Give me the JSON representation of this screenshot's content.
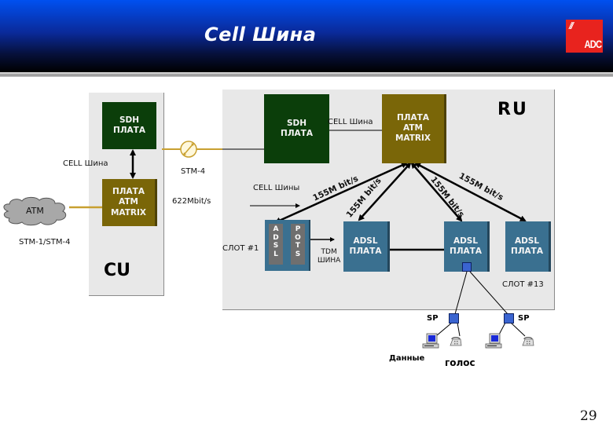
{
  "header": {
    "title": "Cell Шина",
    "logo": {
      "slashes": "///",
      "text": "ADC",
      "color": "#e8231e"
    }
  },
  "cu": {
    "label": "CU",
    "sdh_card": [
      "SDH",
      "ПЛАТА"
    ],
    "atm_card": [
      "ПЛАТА",
      "ATM",
      "MATRIX"
    ],
    "cell_bus_label": "CELL Шина",
    "cloud_label": "ATM",
    "cloud_link_label": "STM-1/STM-4"
  },
  "link": {
    "label": "STM-4",
    "rate": "622Mbit/s"
  },
  "ru": {
    "label": "RU",
    "sdh_card": [
      "SDH",
      "ПЛАТА"
    ],
    "atm_card": [
      "ПЛАТА",
      "ATM",
      "MATRIX"
    ],
    "cell_bus_label": "CELL Шина",
    "cell_buses_label": "CELL Шины",
    "slot_first": "СЛОТ #1",
    "slot_last": "СЛОТ #13",
    "slot_card": {
      "strip_a": [
        "A",
        "D",
        "S",
        "L"
      ],
      "strip_b": [
        "P",
        "O",
        "T",
        "S"
      ]
    },
    "tdm_bus": [
      "TDM",
      "ШИНА"
    ],
    "adsl_cards": [
      [
        "ADSL",
        "ПЛАТА"
      ],
      [
        "ADSL",
        "ПЛАТА"
      ],
      [
        "ADSL",
        "ПЛАТА"
      ]
    ],
    "rate_labels": [
      "155M bit/s",
      "155M bit/s",
      "155M bit/s",
      "155M bit/s"
    ]
  },
  "subscribers": {
    "splitter_label": "SP",
    "data_label": "Данные",
    "voice_label": "голос"
  },
  "colors": {
    "sdh": "#0b3e0a",
    "atm": "#7a6608",
    "adsl": "#3a7090",
    "link": "#c8a030"
  },
  "page_number": "29"
}
